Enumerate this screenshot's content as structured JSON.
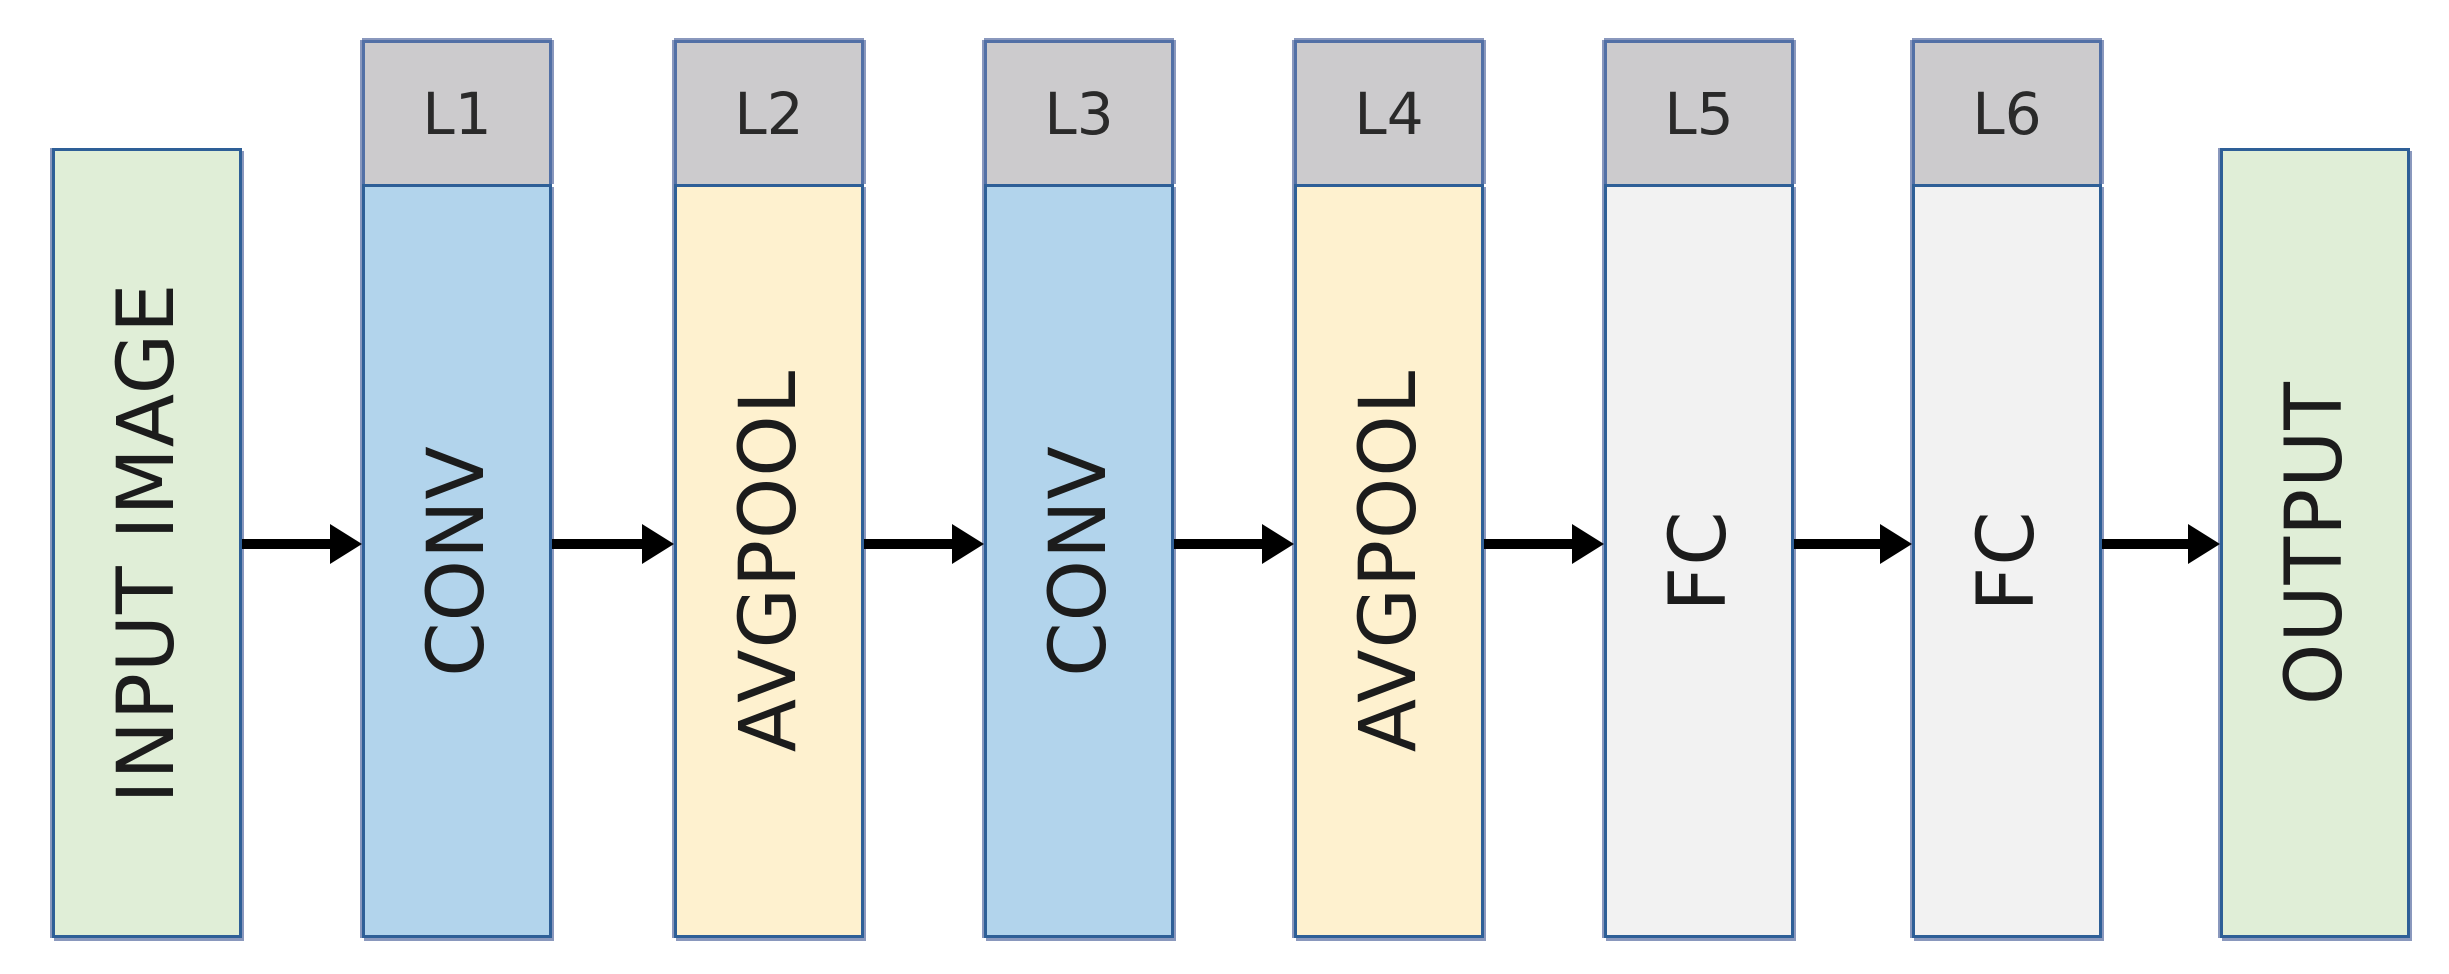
{
  "colors": {
    "input_output_fill": "#e0eed7",
    "conv_fill": "#b2d4ec",
    "pool_fill": "#fef1cf",
    "fc_fill": "#f2f2f2",
    "header_fill": "#cccbcd",
    "border": "#2e5f97",
    "arrow": "#000000"
  },
  "input": {
    "label": "INPUT IMAGE"
  },
  "layers": [
    {
      "header": "L1",
      "label": "CONV",
      "kind": "conv"
    },
    {
      "header": "L2",
      "label": "AVGPOOL",
      "kind": "pool"
    },
    {
      "header": "L3",
      "label": "CONV",
      "kind": "conv"
    },
    {
      "header": "L4",
      "label": "AVGPOOL",
      "kind": "pool"
    },
    {
      "header": "L5",
      "label": "FC",
      "kind": "fc"
    },
    {
      "header": "L6",
      "label": "FC",
      "kind": "fc"
    }
  ],
  "output": {
    "label": "OUTPUT"
  }
}
